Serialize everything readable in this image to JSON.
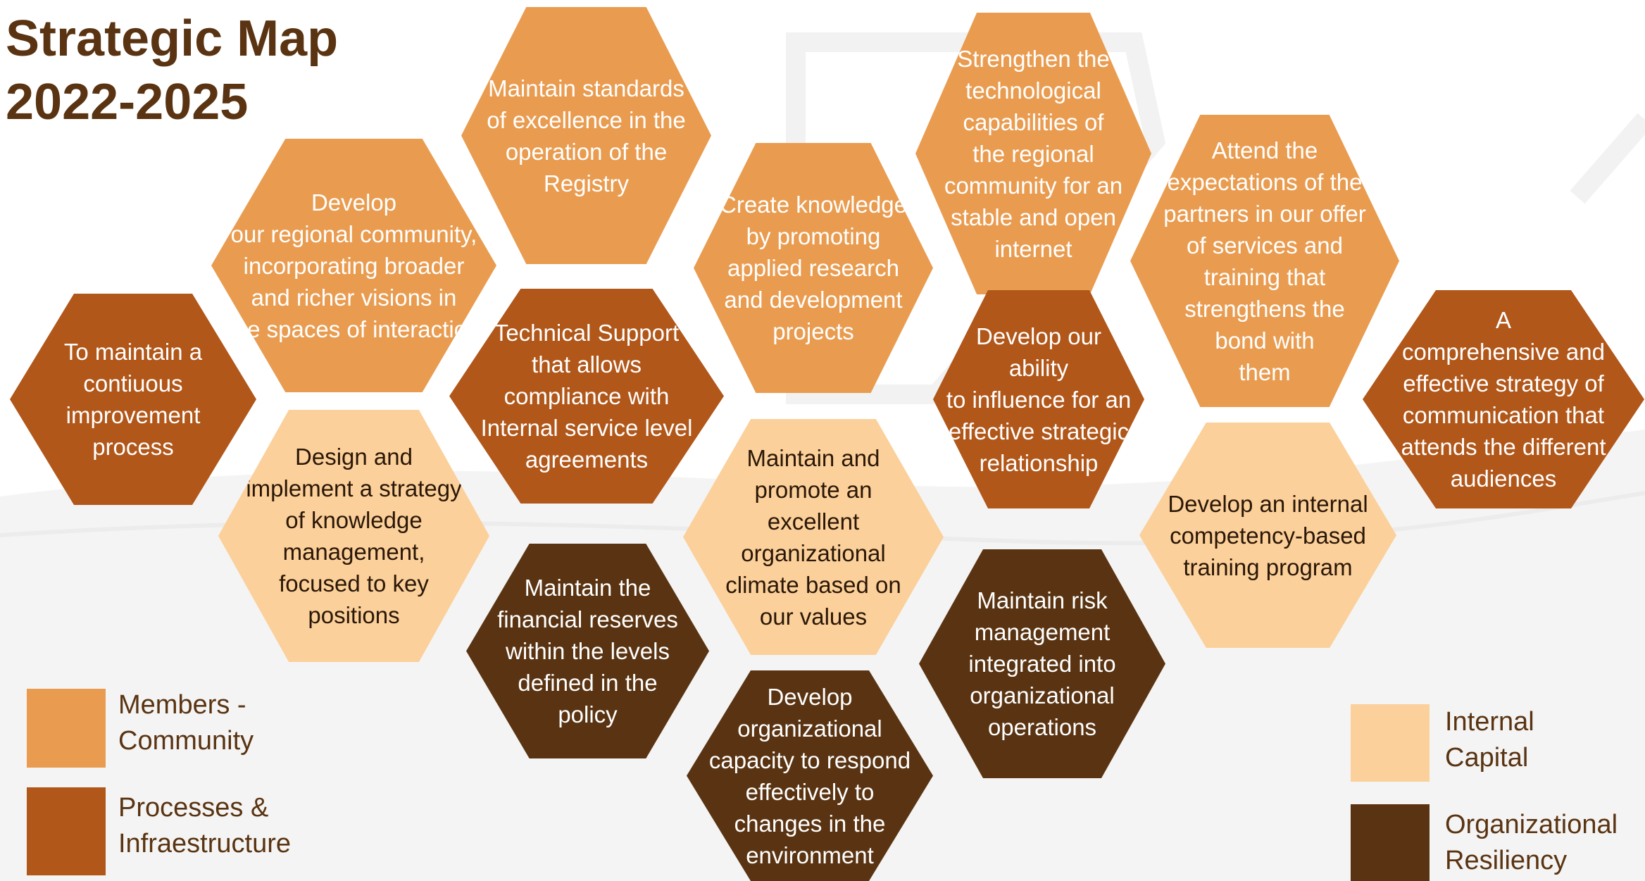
{
  "title": {
    "line1": "Strategic Map",
    "line2": "2022-2025"
  },
  "colors": {
    "members_community": "#e99c50",
    "processes_infraestructure": "#b1571a",
    "internal_capital": "#fbd09a",
    "organizational_resiliency": "#5a3412",
    "title_text": "#5a3412"
  },
  "objectives": [
    {
      "id": "continuous-improvement",
      "category": "processes_infraestructure",
      "text": "To maintain a\ncontiuous\nimprovement\nprocess"
    },
    {
      "id": "develop-regional-community",
      "category": "members_community",
      "text": "Develop\nour regional community,\nincorporating broader\nand richer visions in\nthe spaces of interaction"
    },
    {
      "id": "maintain-standards-registry",
      "category": "members_community",
      "text": "Maintain standards\nof excellence in the\noperation of the\nRegistry"
    },
    {
      "id": "technical-support",
      "category": "processes_infraestructure",
      "text": "Technical Support\nthat allows\ncompliance with\nInternal service level\nagreements"
    },
    {
      "id": "knowledge-management",
      "category": "internal_capital",
      "text": "Design and\nimplement a strategy\nof knowledge\nmanagement,\nfocused to key\npositions"
    },
    {
      "id": "financial-reserves",
      "category": "organizational_resiliency",
      "text": "Maintain the\nfinancial reserves\nwithin the levels\ndefined in the\npolicy"
    },
    {
      "id": "create-knowledge",
      "category": "members_community",
      "text": "Create knowledge\nby promoting\napplied research\nand development\nprojects"
    },
    {
      "id": "organizational-climate",
      "category": "internal_capital",
      "text": "Maintain and\npromote an\nexcellent\norganizational\nclimate based on\nour values"
    },
    {
      "id": "organizational-capacity",
      "category": "organizational_resiliency",
      "text": "Develop\norganizational\ncapacity to respond\neffectively to\nchanges in the\nenvironment"
    },
    {
      "id": "technological-capabilities",
      "category": "members_community",
      "text": "Strengthen the\ntechnological\ncapabilities of\nthe regional\ncommunity for an\nstable and open\ninternet"
    },
    {
      "id": "influence-ability",
      "category": "processes_infraestructure",
      "text": "Develop our ability\nto influence for an\neffective strategic\nrelationship"
    },
    {
      "id": "risk-management",
      "category": "organizational_resiliency",
      "text": "Maintain risk\nmanagement\nintegrated into\norganizational\noperations"
    },
    {
      "id": "partner-expectations",
      "category": "members_community",
      "text": "Attend the\nexpectations of the\npartners in our offer\nof services and\ntraining that\nstrengthens the\nbond with\nthem"
    },
    {
      "id": "training-program",
      "category": "internal_capital",
      "text": "Develop an internal\ncompetency-based\ntraining program"
    },
    {
      "id": "communication-strategy",
      "category": "processes_infraestructure",
      "text": "A\ncomprehensive and\neffective strategy of\ncommunication that\nattends the different\naudiences"
    }
  ],
  "legend": [
    {
      "category": "members_community",
      "label": "Members -\nCommunity"
    },
    {
      "category": "processes_infraestructure",
      "label": "Processes &\nInfraestructure"
    },
    {
      "category": "internal_capital",
      "label": "Internal\nCapital"
    },
    {
      "category": "organizational_resiliency",
      "label": "Organizational\nResiliency"
    }
  ]
}
